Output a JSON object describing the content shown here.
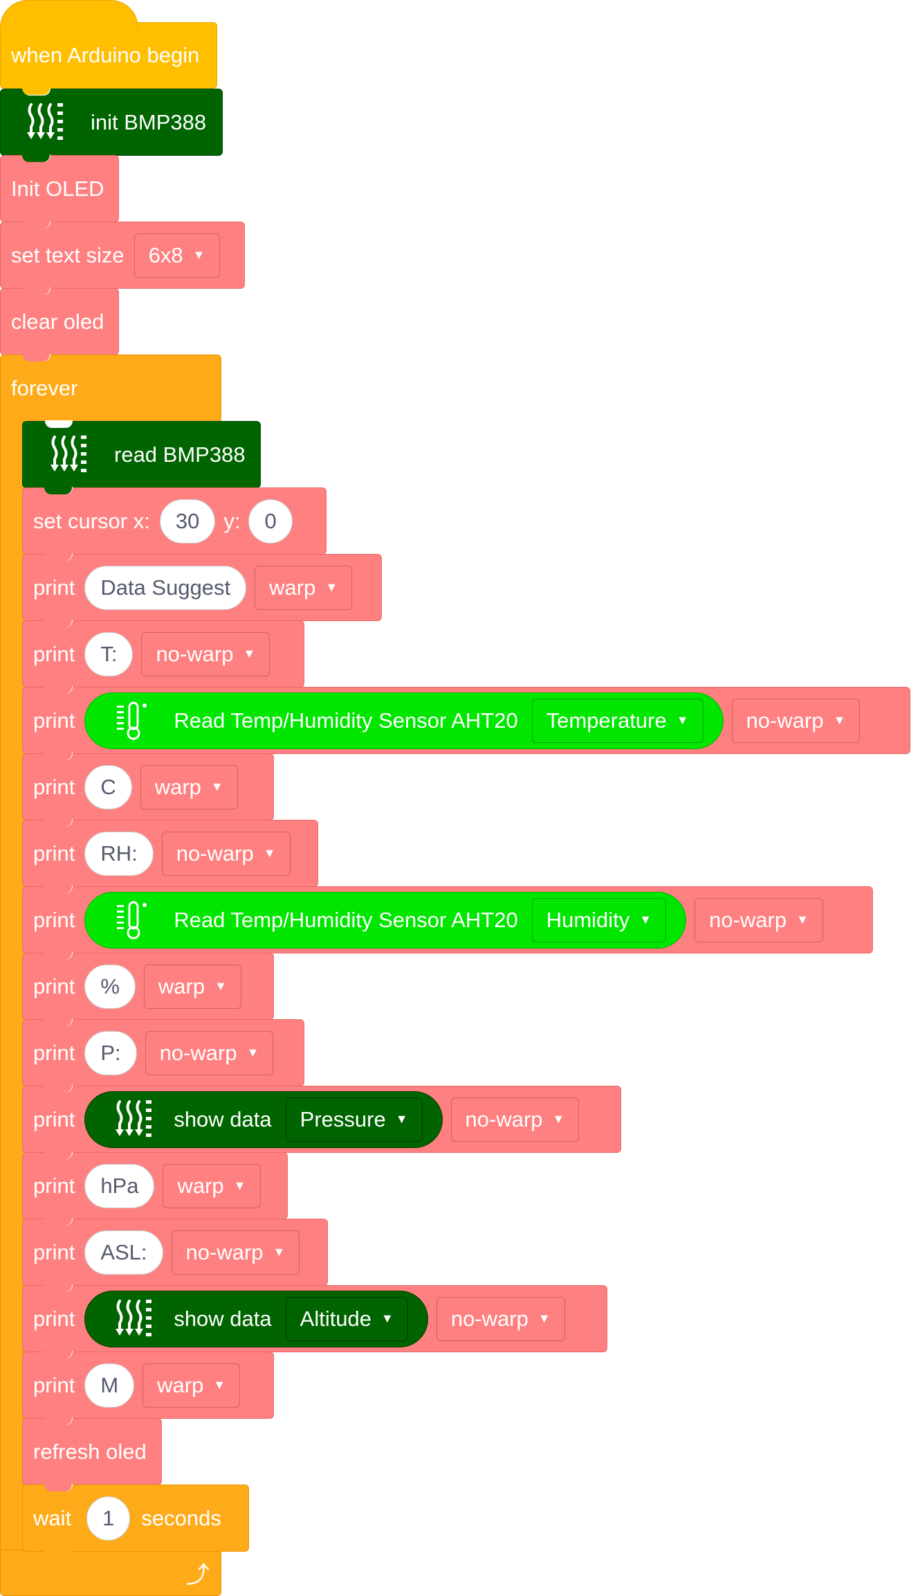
{
  "blocks": {
    "hat": "when Arduino begin",
    "init_bmp": "init BMP388",
    "init_oled": "Init OLED",
    "set_text_size": {
      "label": "set text size",
      "value": "6x8"
    },
    "clear_oled": "clear oled",
    "forever": "forever",
    "read_bmp": "read BMP388",
    "set_cursor": {
      "label": "set cursor x:",
      "x": "30",
      "y_label": "y:",
      "y": "0"
    },
    "print_label": "print",
    "prints": [
      {
        "kind": "text",
        "value": "Data Suggest",
        "mode": "warp"
      },
      {
        "kind": "text",
        "value": "T:",
        "mode": "no-warp"
      },
      {
        "kind": "sensor",
        "value": "Read Temp/Humidity Sensor AHT20",
        "option": "Temperature",
        "mode": "no-warp"
      },
      {
        "kind": "text",
        "value": "C",
        "mode": "warp"
      },
      {
        "kind": "text",
        "value": "RH:",
        "mode": "no-warp"
      },
      {
        "kind": "sensor",
        "value": "Read Temp/Humidity Sensor AHT20",
        "option": "Humidity",
        "mode": "no-warp"
      },
      {
        "kind": "text",
        "value": "%",
        "mode": "warp"
      },
      {
        "kind": "text",
        "value": "P:",
        "mode": "no-warp"
      },
      {
        "kind": "bmp",
        "value": "show data",
        "option": "Pressure",
        "mode": "no-warp"
      },
      {
        "kind": "text",
        "value": "hPa",
        "mode": "warp"
      },
      {
        "kind": "text",
        "value": "ASL:",
        "mode": "no-warp"
      },
      {
        "kind": "bmp",
        "value": "show data",
        "option": "Altitude",
        "mode": "no-warp"
      },
      {
        "kind": "text",
        "value": "M",
        "mode": "warp"
      }
    ],
    "refresh_oled": "refresh oled",
    "wait": {
      "label": "wait",
      "value": "1",
      "unit": "seconds"
    }
  },
  "colors": {
    "hat": "#ffbf00",
    "control": "#ffab19",
    "oled": "#ff8080",
    "bmp": "#006400",
    "aht20": "#00e600"
  },
  "icons": {
    "bmp_icon": "sensor-waves-icon",
    "aht_icon": "thermometer-icon",
    "loop_icon": "loop-arrow-icon"
  }
}
